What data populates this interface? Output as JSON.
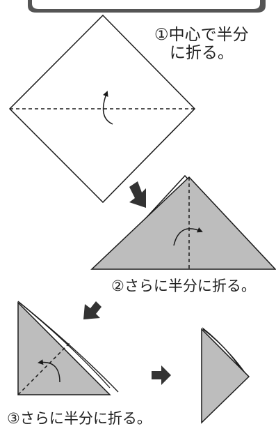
{
  "steps": [
    {
      "label_line1": "①中心で半分",
      "label_line2": "に折る。"
    },
    {
      "label": "②さらに半分に折る。"
    },
    {
      "label": "③さらに半分に折る。"
    }
  ],
  "colors": {
    "paper_front": "#ffffff",
    "paper_back": "#bdbdbd",
    "outline": "#1a1a1a",
    "arrow": "#333333"
  },
  "icons": [
    "curved-fold-arrow-icon",
    "step-arrow-icon"
  ]
}
